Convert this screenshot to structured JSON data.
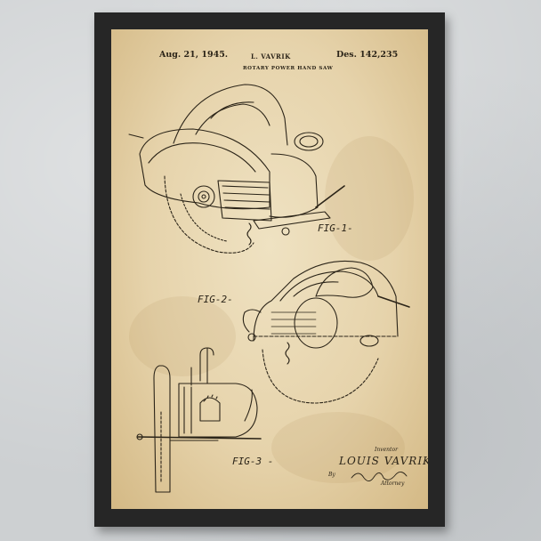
{
  "patent_print": {
    "date": "Aug. 21, 1945.",
    "inventor_header": "L. VAVRIK",
    "patent_number": "Des. 142,235",
    "subtitle": "ROTARY POWER HAND SAW",
    "figure_labels": [
      "FIG-1-",
      "FIG-2-",
      "FIG-3 -"
    ],
    "inventor_caption": "Inventor",
    "inventor_name": "LOUIS VAVRIK",
    "by_label": "By",
    "attorney_caption": "Attorney"
  },
  "colors": {
    "wall": "#cdd0d2",
    "frame": "#262626",
    "paper": "#e6d3ab",
    "ink": "#2b2418"
  }
}
